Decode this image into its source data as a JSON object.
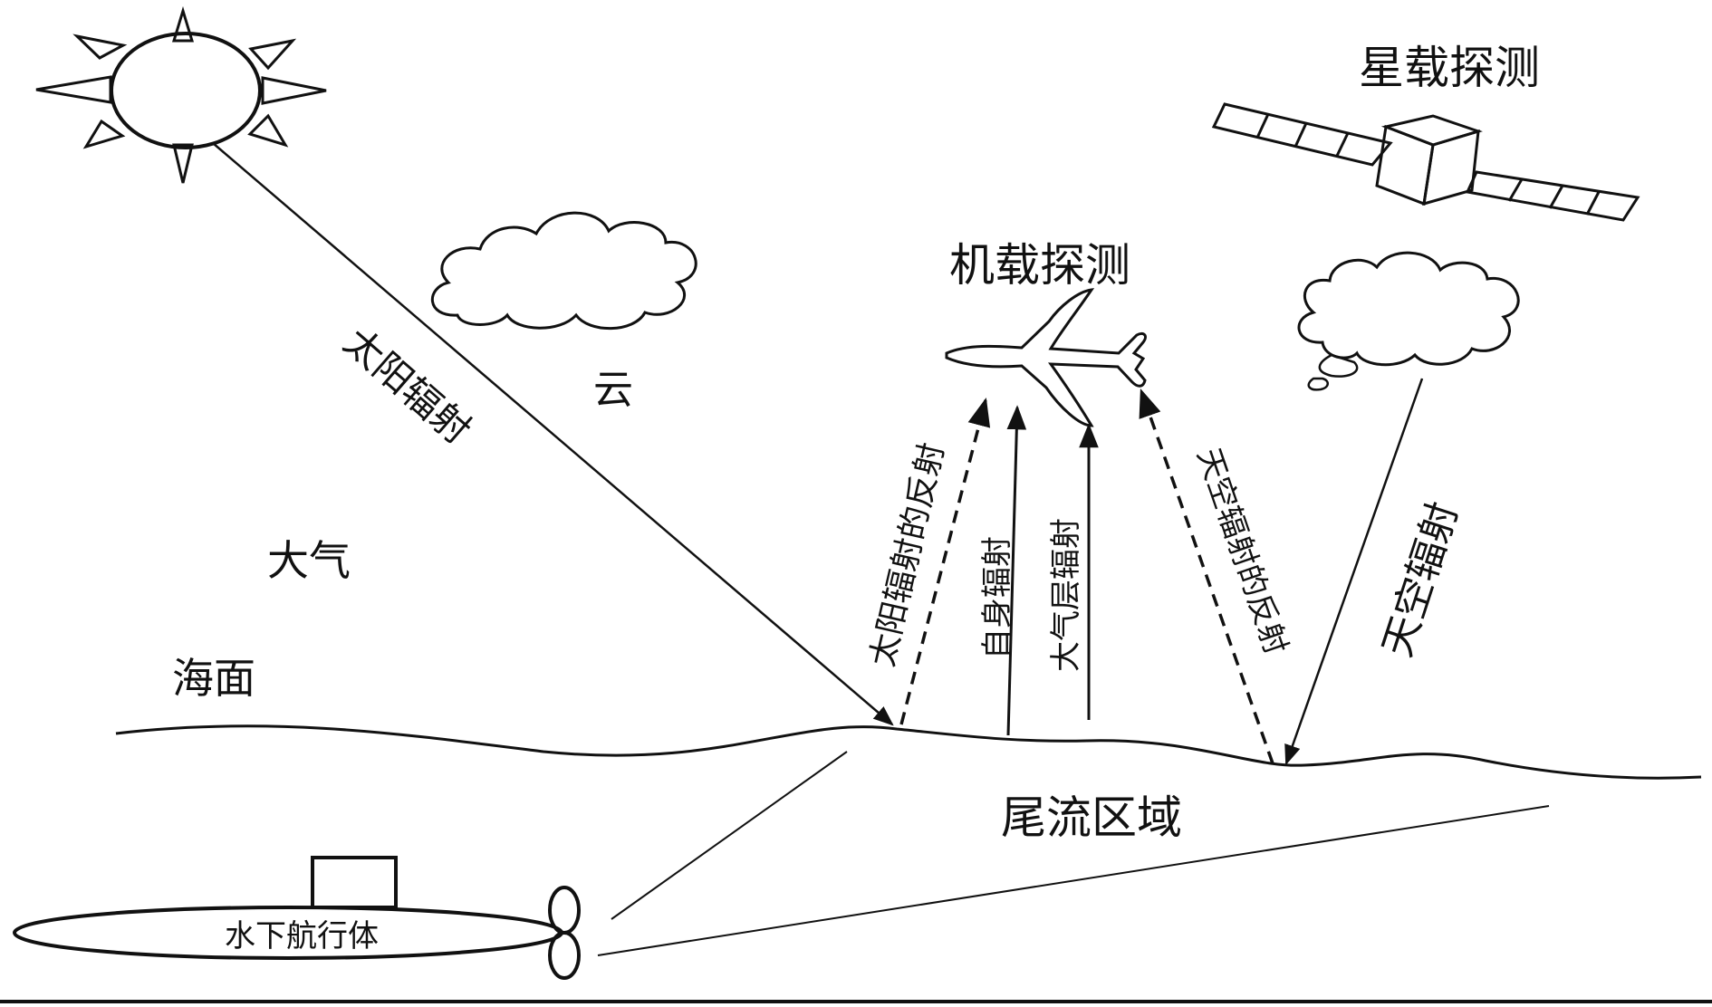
{
  "labels": {
    "satellite_detection": "星载探测",
    "airborne_detection": "机载探测",
    "solar_radiation": "太阳辐射",
    "cloud": "云",
    "atmosphere": "大气",
    "sea_surface": "海面",
    "solar_reflection": "太阳辐射的反射",
    "self_radiation": "自身辐射",
    "atmos_layer_radiation": "大气层辐射",
    "sky_reflection": "天空辐射的反射",
    "sky_radiation": "天空辐射",
    "wake_region": "尾流区域",
    "underwater_vehicle": "水下航行体"
  }
}
